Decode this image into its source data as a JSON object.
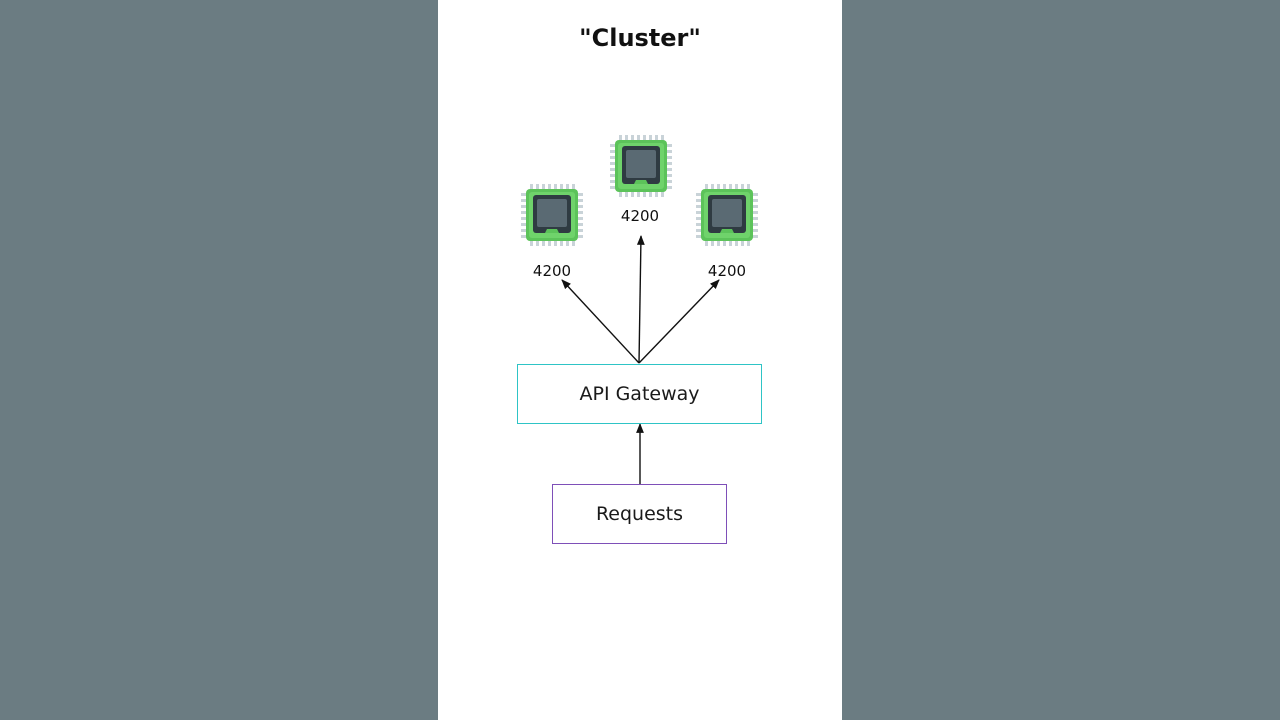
{
  "diagram": {
    "title": "\"Cluster\"",
    "nodes": {
      "server_left": {
        "label": "4200",
        "icon": "cpu-chip-icon"
      },
      "server_center": {
        "label": "4200",
        "icon": "cpu-chip-icon"
      },
      "server_right": {
        "label": "4200",
        "icon": "cpu-chip-icon"
      },
      "gateway": {
        "label": "API Gateway"
      },
      "requests": {
        "label": "Requests"
      }
    },
    "edges": [
      {
        "from": "requests",
        "to": "gateway"
      },
      {
        "from": "gateway",
        "to": "server_left"
      },
      {
        "from": "gateway",
        "to": "server_center"
      },
      {
        "from": "gateway",
        "to": "server_right"
      }
    ],
    "colors": {
      "background": "#6b7c82",
      "panel": "#ffffff",
      "gateway_border": "#2ec4c6",
      "requests_border": "#7e4fb8",
      "chip_green": "#5cc35a",
      "chip_core": "#4b5a63"
    }
  }
}
